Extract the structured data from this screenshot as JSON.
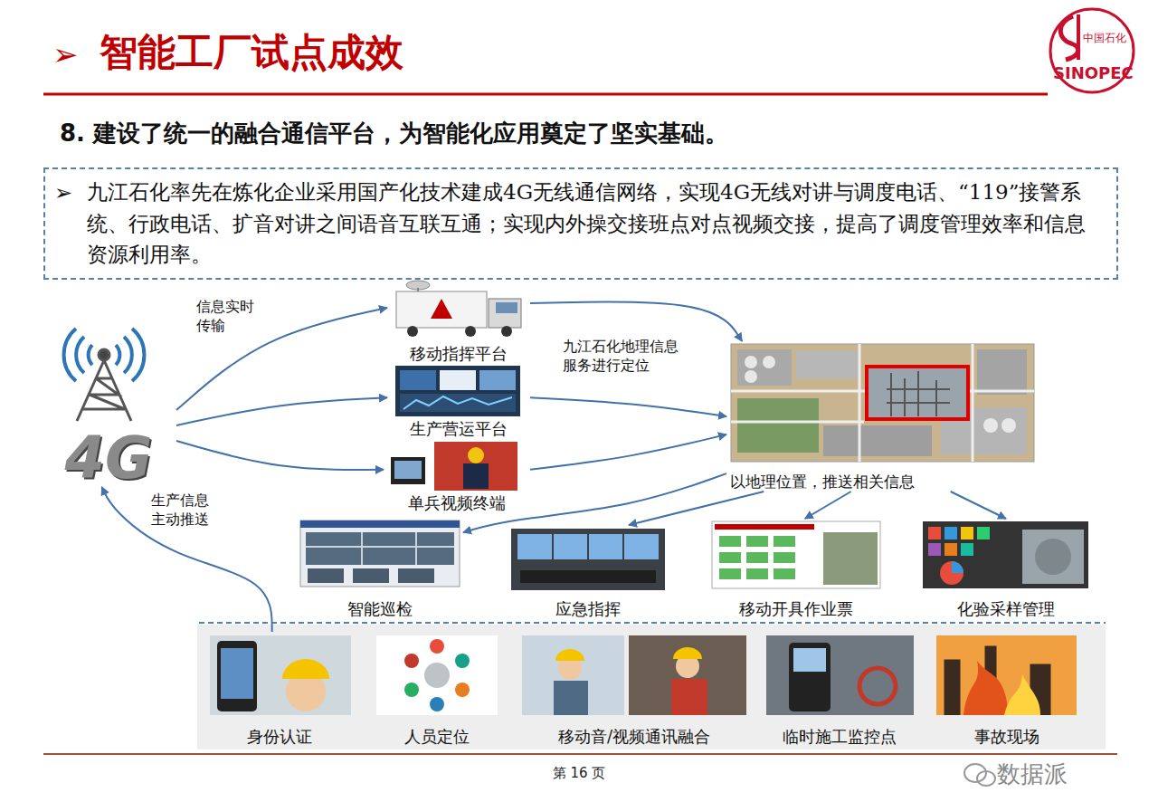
{
  "diagram": {
    "title": "智能工厂试点成效",
    "nodes": [
      {
        "text": [
          "➢",
          "九江石化率先在炼化企业采用国产化技术建成4G无线通信网络，实现4G无线对讲与调度电话、“119”接警系统、行政电话、扩音对讲之间语音互联互通；实现内外操交接班点对点视频交接，提高了调度管理效率和信息资源利用率。"
        ]
      },
      {
        "text": [
          "4G"
        ]
      },
      {
        "text": [
          "移动指挥平台"
        ]
      },
      {
        "text": [
          "生产营运平台"
        ]
      },
      {
        "text": [
          "单兵视频终端"
        ]
      },
      {
        "text": [
          "以地理位置，推送相关信息"
        ]
      },
      {
        "text": [
          "智能巡检"
        ]
      },
      {
        "text": [
          "应急指挥"
        ]
      },
      {
        "text": [
          "移动开具作业票"
        ]
      },
      {
        "text": [
          "化验采样管理"
        ]
      },
      {
        "text": [
          "身份认证"
        ]
      },
      {
        "text": [
          "人员定位"
        ]
      },
      {
        "text": [
          "移动音/视频通讯融合"
        ]
      },
      {
        "text": [
          "临时施工监控点"
        ]
      },
      {
        "text": [
          "事故现场"
        ]
      }
    ],
    "edges": [
      {
        "from": 1,
        "to": 2,
        "label": "信息实时传输",
        "arrow": "to"
      },
      {
        "from": 1,
        "to": 3,
        "arrow": "to"
      },
      {
        "from": 1,
        "to": 4,
        "arrow": "to"
      },
      {
        "from": 2,
        "to": 5,
        "label": "九江石化地理信息服务进行定位",
        "arrow": "to"
      },
      {
        "from": 3,
        "to": 5,
        "arrow": "to"
      },
      {
        "from": 4,
        "to": 5,
        "arrow": "to"
      },
      {
        "from": 5,
        "to": 6,
        "arrow": "to"
      },
      {
        "from": 5,
        "to": 7,
        "arrow": "to"
      },
      {
        "from": 5,
        "to": 8,
        "arrow": "to"
      },
      {
        "from": 5,
        "to": 9,
        "arrow": "to"
      },
      {
        "from": 10,
        "to": 1,
        "label": "生产信息主动推送",
        "arrow": "to"
      }
    ],
    "labels": [
      "➢",
      "8. 建设了统一的融合通信平台，为智能化应用奠定了坚实基础。",
      "中国石化",
      "SINOPEC",
      "第 16 页",
      "数据派"
    ]
  }
}
